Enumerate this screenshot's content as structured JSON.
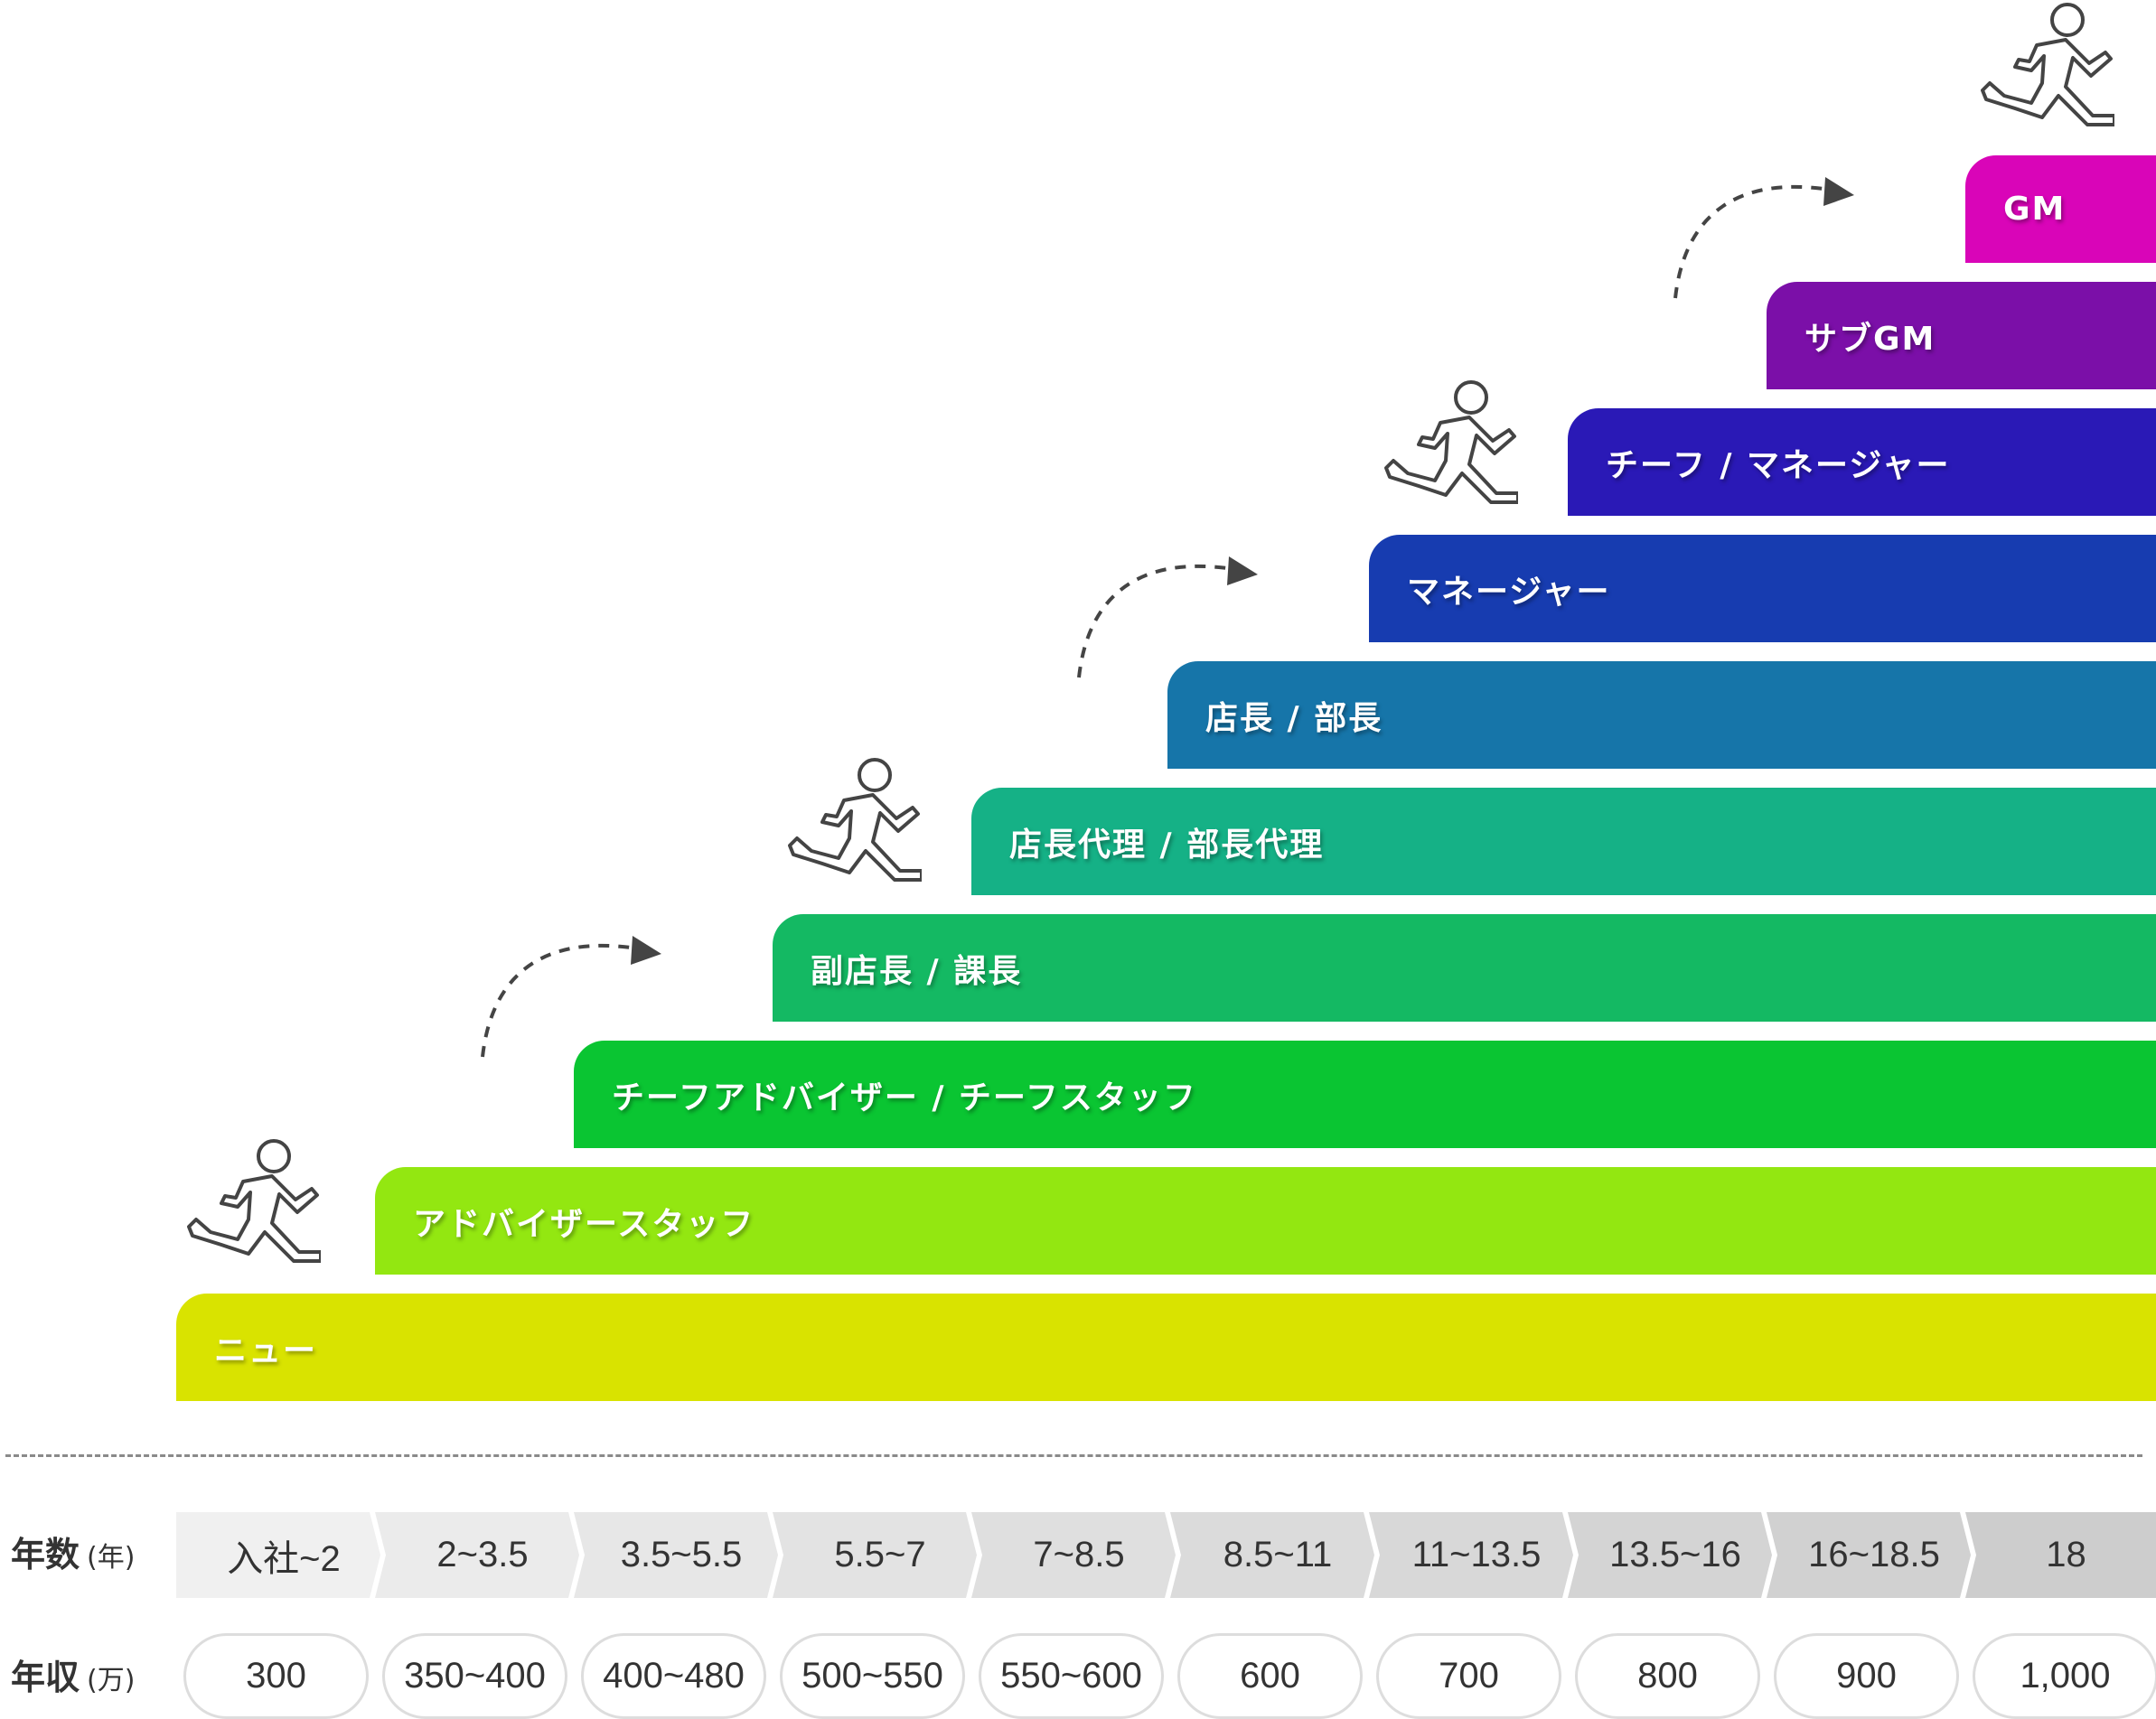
{
  "steps": [
    {
      "label": "ニュー",
      "color": "#D9E300"
    },
    {
      "label": "アドバイザースタッフ",
      "color": "#93E711"
    },
    {
      "label": "チーフアドバイザー / チーフスタッフ",
      "color": "#0AC532"
    },
    {
      "label": "副店長 / 課長",
      "color": "#14B963"
    },
    {
      "label": "店長代理 / 部長代理",
      "color": "#15B186"
    },
    {
      "label": "店長 / 部長",
      "color": "#1675A9"
    },
    {
      "label": "マネージャー",
      "color": "#173CB0"
    },
    {
      "label": "チーフ / マネージャー",
      "color": "#2A19B6"
    },
    {
      "label": "サブGM",
      "color": "#7B0FA8"
    },
    {
      "label": "GM",
      "color": "#D905B8"
    }
  ],
  "years": {
    "label": "年数",
    "unit": "(年)",
    "values": [
      "入社~2",
      "2~3.5",
      "3.5~5.5",
      "5.5~7",
      "7~8.5",
      "8.5~11",
      "11~13.5",
      "13.5~16",
      "16~18.5",
      "18"
    ]
  },
  "salary": {
    "label": "年収",
    "unit": "(万)",
    "values": [
      "300",
      "350~400",
      "400~480",
      "500~550",
      "550~600",
      "600",
      "700",
      "800",
      "900",
      "1,000"
    ]
  },
  "chevron_colors": [
    "#F0F0F0",
    "#EBEBEB",
    "#E7E7E7",
    "#E3E3E3",
    "#DFDFDF",
    "#DBDBDB",
    "#D8D8D8",
    "#D4D4D4",
    "#D1D1D1",
    "#CDCDCD"
  ],
  "icons": [
    "runner-icon",
    "dashed-arrow-icon"
  ]
}
